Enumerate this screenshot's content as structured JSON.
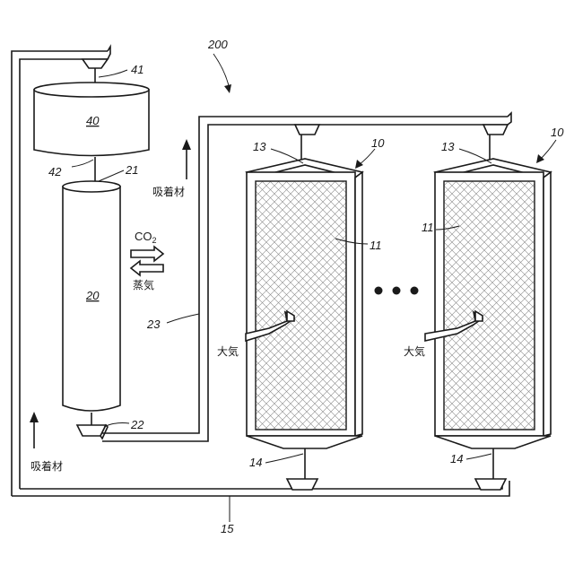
{
  "figure_number": "200",
  "components": {
    "reservoir": "40",
    "reservoir_top_valve": "41",
    "reservoir_bottom": "42",
    "column_top": "21",
    "column": "20",
    "column_bottom_valve": "22",
    "pipe": "23",
    "return_pipe": "15",
    "unit_a": "10",
    "unit_b": "10",
    "sorbent_a": "11",
    "sorbent_b": "11",
    "unit_top_valve_a": "13",
    "unit_top_valve_b": "13",
    "unit_bottom_valve_a": "14",
    "unit_bottom_valve_b": "14"
  },
  "annotations": {
    "sorbent_up_right": "吸着材",
    "sorbent_up_left": "吸着材",
    "co2_main": "CO",
    "co2_sub": "2",
    "steam": "蒸気",
    "air_a": "大気",
    "air_b": "大気",
    "ellipsis": "• • •"
  }
}
